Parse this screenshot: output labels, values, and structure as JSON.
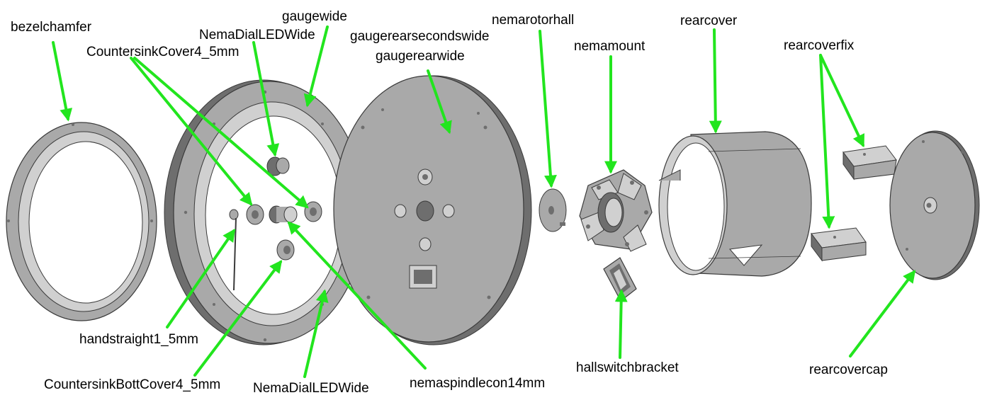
{
  "colors": {
    "arrow": "#22e51e",
    "part_light": "#d0d0d0",
    "part_mid": "#a9a9a9",
    "part_dark": "#6e6e6e",
    "outline": "#3a3a3a",
    "background": "#ffffff"
  },
  "labels": {
    "bezelchamfer": "bezelchamfer",
    "countersinkcover": "CountersinkCover4_5mm",
    "nemadialledwide_top": "NemaDialLEDWide",
    "gaugewide": "gaugewide",
    "gaugerearsecondswide": "gaugerearsecondswide",
    "gaugerearwide": "gaugerearwide",
    "nemarotorhall": "nemarotorhall",
    "nemamount": "nemamount",
    "rearcover": "rearcover",
    "rearcoverfix": "rearcoverfix",
    "handstraight": "handstraight1_5mm",
    "countersinkbottcover": "CountersinkBottCover4_5mm",
    "nemadialledwide_bottom": "NemaDialLEDWide",
    "nemaspindlecon": "nemaspindlecon14mm",
    "hallswitchbracket": "hallswitchbracket",
    "rearcovercap": "rearcovercap"
  }
}
